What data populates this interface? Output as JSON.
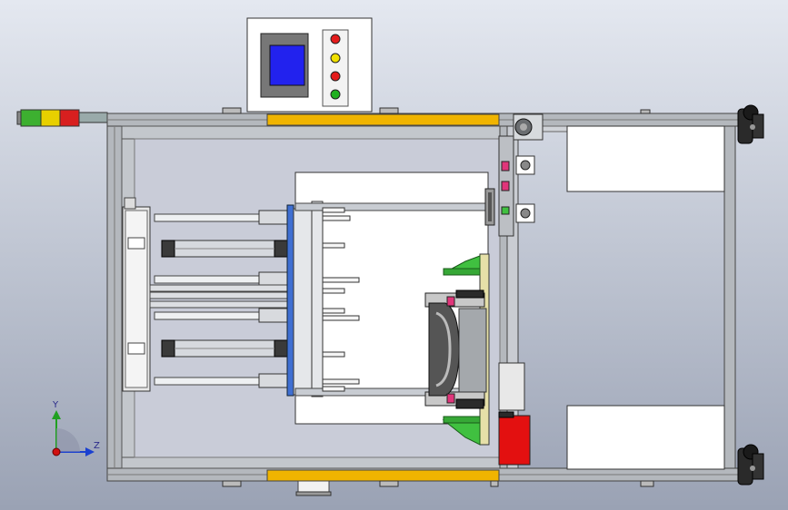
{
  "viewport": {
    "background_top": "#e4e8f0",
    "background_bottom": "#9aa2b4"
  },
  "colors": {
    "frame": "#b4b8bd",
    "frame_dark": "#707378",
    "panel_white": "#ffffff",
    "inner_panel": "#c9ccd8",
    "yellow_rail": "#f0b400",
    "hmi_screen": "#2222ee",
    "button_red": "#e41b1b",
    "button_yellow": "#f0e000",
    "button_green": "#20b020",
    "tower_green": "#3db030",
    "tower_yellow": "#e8d000",
    "tower_red": "#d81f1f",
    "fixture_green": "#40c040",
    "fixture_pink": "#e0357a",
    "red_block": "#e31010",
    "steel_plate": "#3f6fd2",
    "cylinder_dark": "#3a3a3a",
    "shade_block": "#555"
  },
  "control_box": {
    "hmi_screen": "touch-screen",
    "buttons": [
      "red",
      "yellow",
      "red",
      "green"
    ]
  },
  "stack_light": {
    "segments": [
      "green",
      "yellow",
      "red"
    ]
  },
  "triad": {
    "y_label": "Y",
    "z_label": "Z"
  }
}
